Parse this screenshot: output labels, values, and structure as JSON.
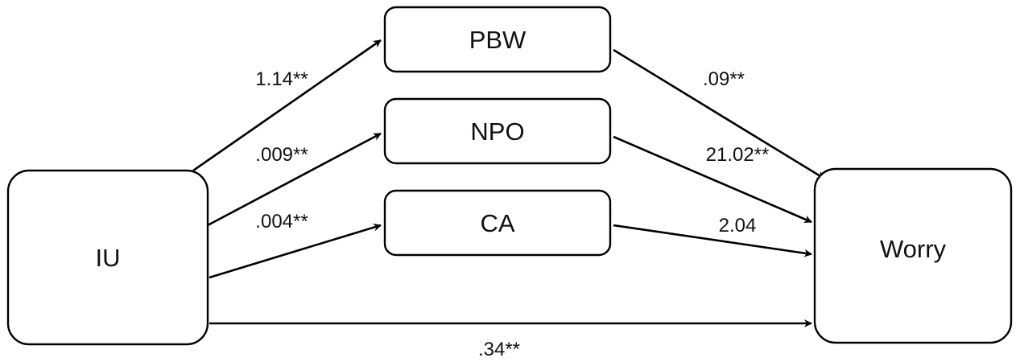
{
  "nodes": {
    "iu": "IU",
    "pbw": "PBW",
    "npo": "NPO",
    "ca": "CA",
    "worry": "Worry"
  },
  "paths": {
    "iu_pbw": "1.14**",
    "iu_npo": ".009**",
    "iu_ca": ".004**",
    "pbw_worry": ".09**",
    "npo_worry": "21.02**",
    "ca_worry": "2.04",
    "iu_worry": ".34**"
  }
}
